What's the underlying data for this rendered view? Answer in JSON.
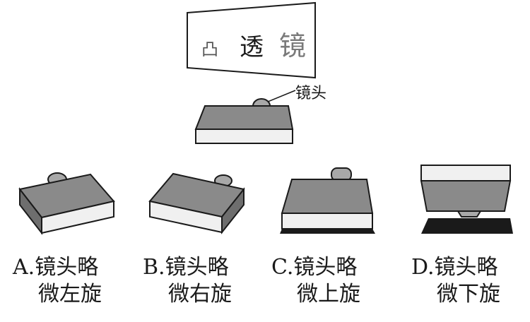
{
  "screen": {
    "characters": [
      "凸",
      "透",
      "镜"
    ]
  },
  "lens_label": "镜头",
  "options": [
    {
      "letter": "A.",
      "line1": "镜头略",
      "line2": "微左旋"
    },
    {
      "letter": "B.",
      "line1": "镜头略",
      "line2": "微右旋"
    },
    {
      "letter": "C.",
      "line1": "镜头略",
      "line2": "微上旋"
    },
    {
      "letter": "D.",
      "line1": "镜头略",
      "line2": "微下旋"
    }
  ],
  "colors": {
    "top_face": "#8a8a8a",
    "front_face": "#f0f0f0",
    "lens": "#a8a8a8",
    "outline": "#1a1a1a",
    "base": "#1a1a1a"
  }
}
